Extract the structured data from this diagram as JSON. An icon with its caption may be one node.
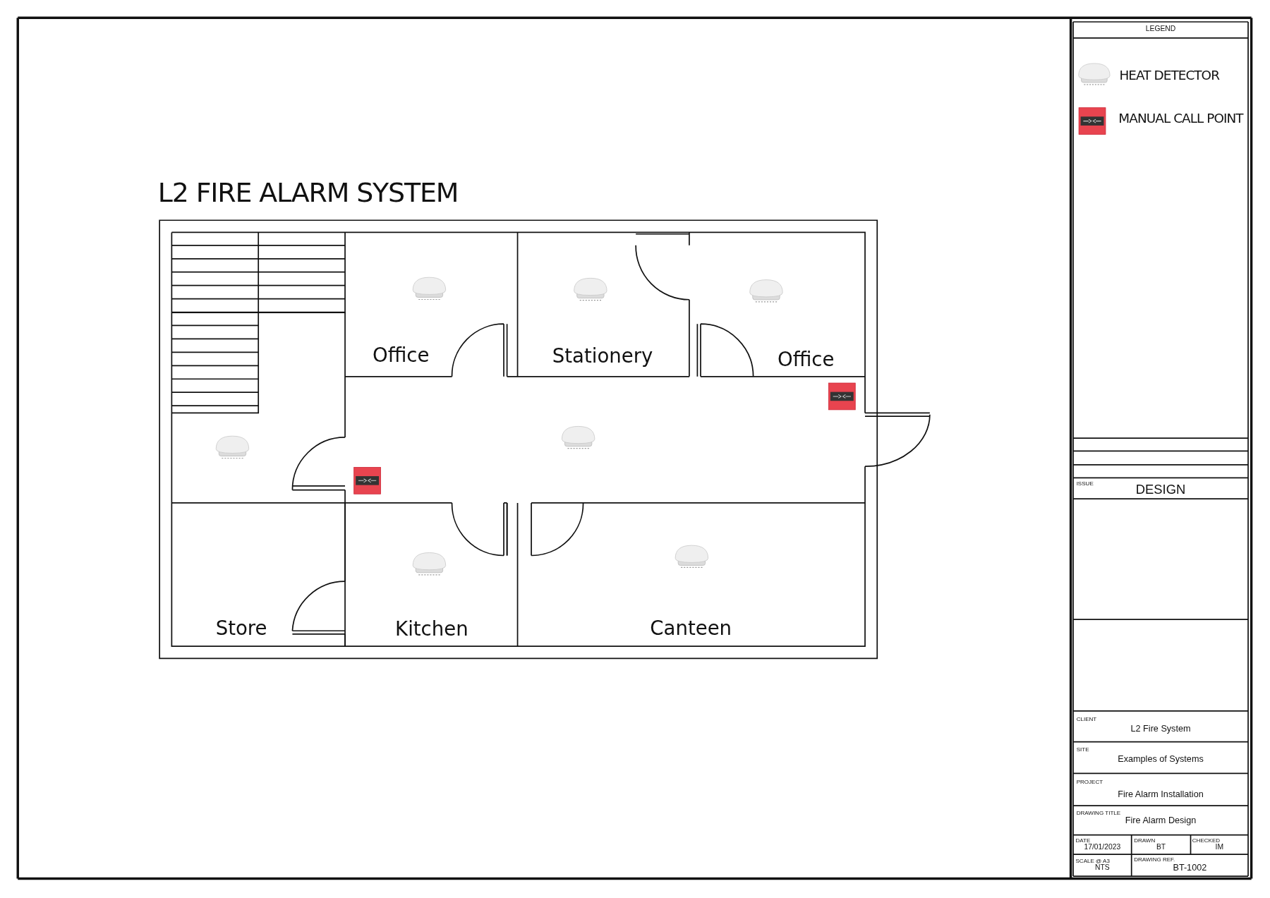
{
  "diagram": {
    "title": "L2 FIRE ALARM SYSTEM",
    "nodes": [
      {
        "text": [
          "Office"
        ]
      },
      {
        "text": [
          "Stationery"
        ]
      },
      {
        "text": [
          "Office"
        ]
      },
      {
        "text": [
          "Store"
        ]
      },
      {
        "text": [
          "Kitchen"
        ]
      },
      {
        "text": [
          "Canteen"
        ]
      }
    ],
    "edges": [],
    "labels": [
      "LEGEND",
      "ISSUE",
      "DESIGN",
      "CLIENT",
      "L2 Fire System",
      "SITE",
      "Examples of Systems",
      "PROJECT",
      "Fire Alarm Installation",
      "DRAWING TITLE",
      "Fire Alarm Design",
      "DATE",
      "17/01/2023",
      "DRAWN",
      "BT",
      "CHECKED",
      "IM",
      "SCALE @ A3",
      "NTS",
      "DRAWING REF.",
      "BT-1002"
    ],
    "legend": [
      {
        "text": "HEAT DETECTOR"
      },
      {
        "text": "MANUAL CALL POINT"
      }
    ]
  }
}
